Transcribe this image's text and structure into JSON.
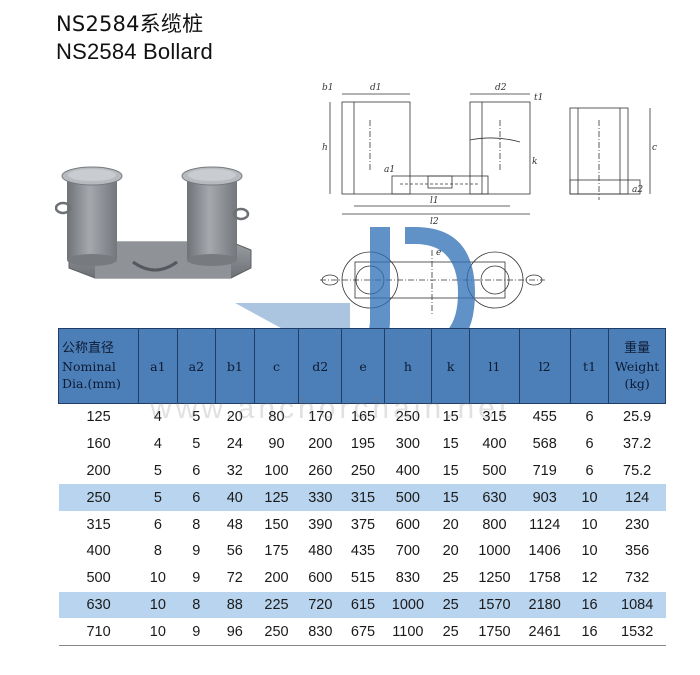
{
  "title_cn": "NS2584系缆桩",
  "title_en": "NS2584 Bollard",
  "drawing_labels": {
    "b1": "b1",
    "d1": "d1",
    "d2": "d2",
    "t1": "t1",
    "h": "h",
    "c": "c",
    "k": "k",
    "a1": "a1",
    "a2": "a2",
    "l1": "l1",
    "l2": "l2",
    "e": "e"
  },
  "watermark_site": "www.anchorchain.net",
  "table": {
    "headers": [
      {
        "cn": "公称直径",
        "en1": "Nominal",
        "en2": "Dia.(mm)"
      },
      {
        "en1": "a1"
      },
      {
        "en1": "a2"
      },
      {
        "en1": "b1"
      },
      {
        "en1": "c"
      },
      {
        "en1": "d2"
      },
      {
        "en1": "e"
      },
      {
        "en1": "h"
      },
      {
        "en1": "k"
      },
      {
        "en1": "l1"
      },
      {
        "en1": "l2"
      },
      {
        "en1": "t1"
      },
      {
        "cn": "重量",
        "en1": "Weight",
        "en2": "(kg)"
      }
    ],
    "rows": [
      [
        "125",
        "4",
        "5",
        "20",
        "80",
        "170",
        "165",
        "250",
        "15",
        "315",
        "455",
        "6",
        "25.9"
      ],
      [
        "160",
        "4",
        "5",
        "24",
        "90",
        "200",
        "195",
        "300",
        "15",
        "400",
        "568",
        "6",
        "37.2"
      ],
      [
        "200",
        "5",
        "6",
        "32",
        "100",
        "260",
        "250",
        "400",
        "15",
        "500",
        "719",
        "6",
        "75.2"
      ],
      [
        "250",
        "5",
        "6",
        "40",
        "125",
        "330",
        "315",
        "500",
        "15",
        "630",
        "903",
        "10",
        "124"
      ],
      [
        "315",
        "6",
        "8",
        "48",
        "150",
        "390",
        "375",
        "600",
        "20",
        "800",
        "1124",
        "10",
        "230"
      ],
      [
        "400",
        "8",
        "9",
        "56",
        "175",
        "480",
        "435",
        "700",
        "20",
        "1000",
        "1406",
        "10",
        "356"
      ],
      [
        "500",
        "10",
        "9",
        "72",
        "200",
        "600",
        "515",
        "830",
        "25",
        "1250",
        "1758",
        "12",
        "732"
      ],
      [
        "630",
        "10",
        "8",
        "88",
        "225",
        "720",
        "615",
        "1000",
        "25",
        "1570",
        "2180",
        "16",
        "1084"
      ],
      [
        "710",
        "10",
        "9",
        "96",
        "250",
        "830",
        "675",
        "1100",
        "25",
        "1750",
        "2461",
        "16",
        "1532"
      ]
    ],
    "highlight_rows": [
      3,
      7
    ]
  },
  "colors": {
    "header_bg": "#4c7eb8",
    "highlight_row": "#b8d4ee",
    "product_gray": "#8d9196"
  }
}
